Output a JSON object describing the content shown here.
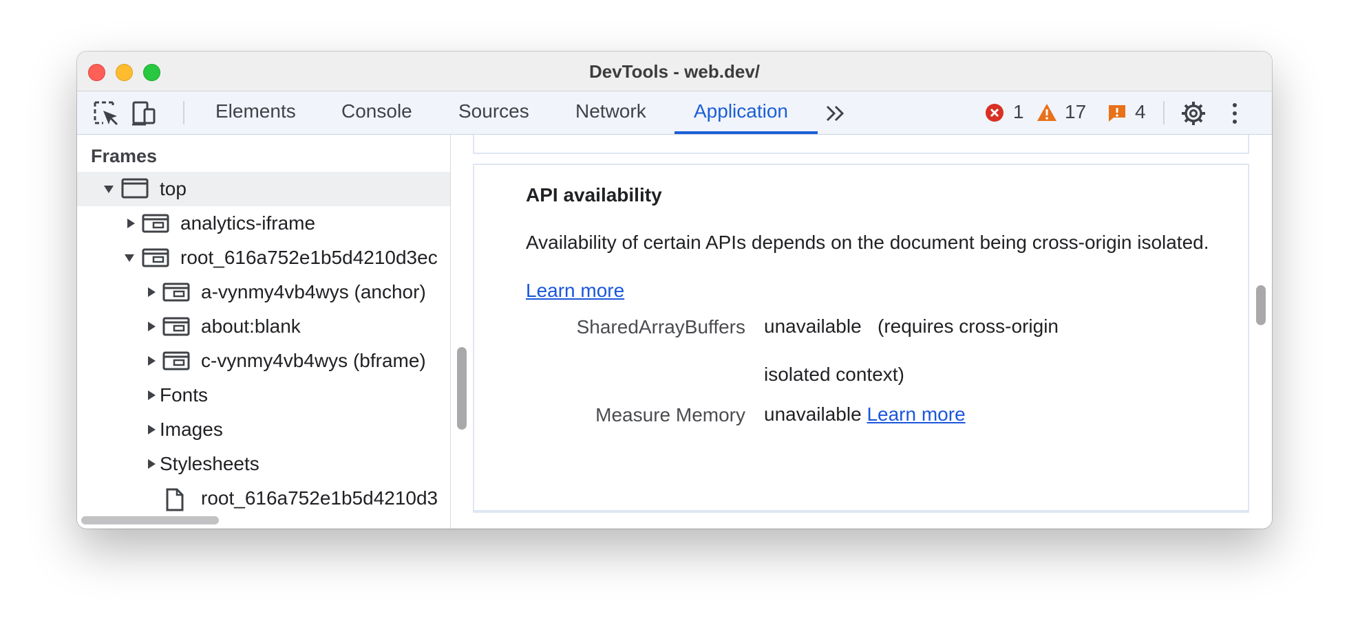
{
  "window": {
    "title": "DevTools - web.dev/"
  },
  "toolbar": {
    "inspect_icon": "select-element-icon",
    "device_icon": "device-toolbar-icon",
    "tabs": [
      {
        "label": "Elements"
      },
      {
        "label": "Console"
      },
      {
        "label": "Sources"
      },
      {
        "label": "Network"
      },
      {
        "label": "Application",
        "active": true
      }
    ],
    "more_tabs_icon": "chevron-double-right-icon",
    "errors": "1",
    "warnings": "17",
    "issues": "4",
    "settings_icon": "gear-icon",
    "menu_icon": "more-vertical-icon",
    "colors": {
      "accent": "#1a5fd6",
      "error": "#d93025",
      "warning": "#e8711a",
      "issue": "#e8711a"
    }
  },
  "sidebar": {
    "heading": "Frames",
    "tree": [
      {
        "label": "top",
        "expanded": true,
        "level": 0
      },
      {
        "label": "analytics-iframe",
        "expanded": false,
        "level": 1
      },
      {
        "label": "root_616a752e1b5d4210d3ec",
        "expanded": true,
        "level": 1
      },
      {
        "label": "a-vynmy4vb4wys (anchor)",
        "expanded": false,
        "level": 2
      },
      {
        "label": "about:blank",
        "expanded": false,
        "level": 2
      },
      {
        "label": "c-vynmy4vb4wys (bframe)",
        "expanded": false,
        "level": 2
      },
      {
        "label": "Fonts",
        "expanded": false,
        "level": 2
      },
      {
        "label": "Images",
        "expanded": false,
        "level": 2
      },
      {
        "label": "Stylesheets",
        "expanded": false,
        "level": 2
      },
      {
        "label": "root_616a752e1b5d4210d3",
        "level": 3
      }
    ]
  },
  "main": {
    "section_title": "API availability",
    "description": "Availability of certain APIs depends on the document being cross-origin isolated.",
    "learn_more": "Learn more",
    "rows": [
      {
        "label": "SharedArrayBuffers",
        "status": "unavailable",
        "note": "(requires cross-origin isolated context)"
      },
      {
        "label": "Measure Memory",
        "status": "unavailable",
        "link": "Learn more"
      }
    ]
  }
}
